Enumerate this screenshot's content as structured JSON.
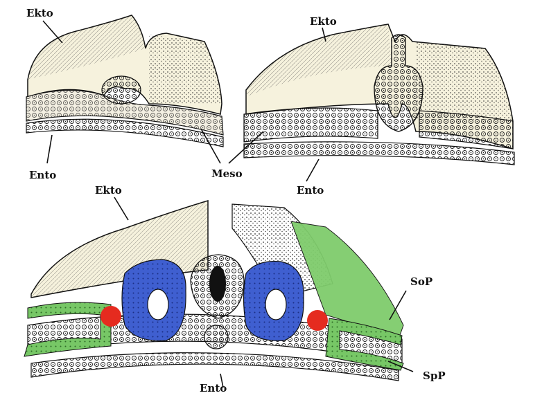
{
  "labels": {
    "top_left": {
      "ekto": "Ekto",
      "ento": "Ento"
    },
    "top_right": {
      "ekto": "Ekto",
      "ento": "Ento"
    },
    "shared": {
      "meso": "Meso"
    },
    "bottom": {
      "ekto": "Ekto",
      "ento": "Ento",
      "sop": "SoP",
      "spp": "SpP"
    }
  },
  "colors": {
    "ectoderm": "#f5f1dc",
    "mesoderm": "#f3efe2",
    "somite": "#3f5fd0",
    "somatopleure": "#6cbf5a",
    "intermediate": "#e52b1f",
    "outline": "#111111"
  }
}
